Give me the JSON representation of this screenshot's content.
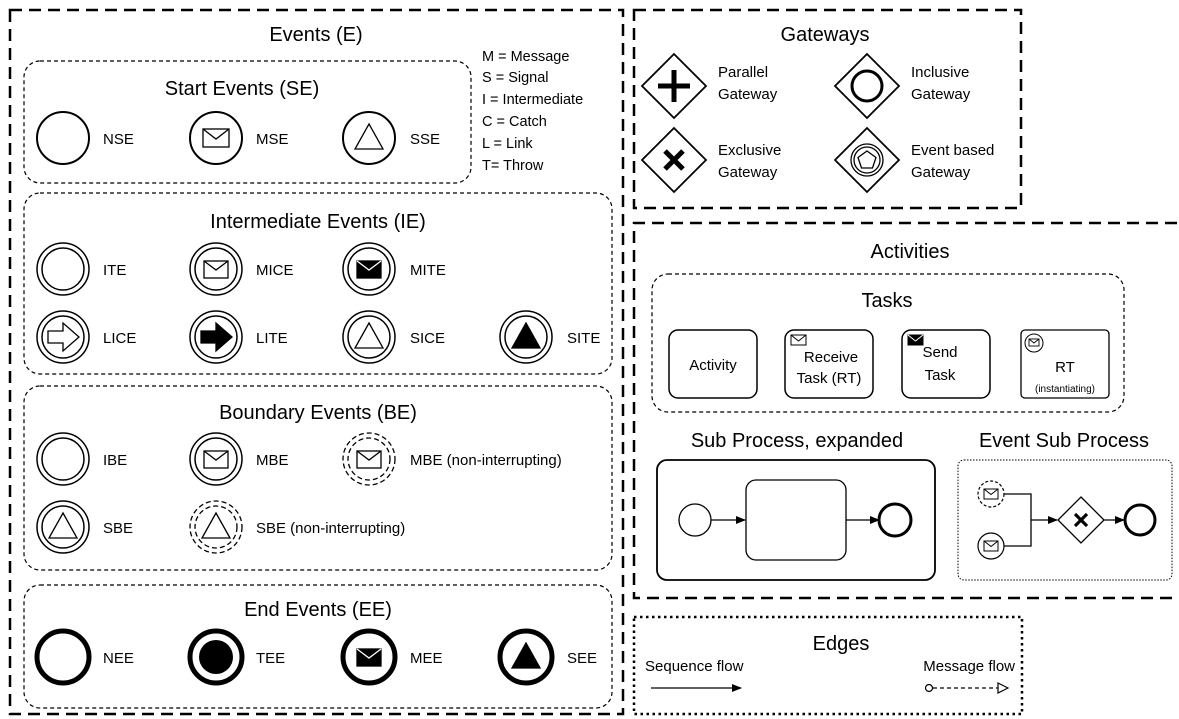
{
  "events": {
    "title": "Events (E)",
    "legend": [
      "M = Message",
      "S = Signal",
      "I = Intermediate",
      "C = Catch",
      "L = Link",
      "T= Throw"
    ],
    "start": {
      "title": "Start Events (SE)",
      "items": [
        "NSE",
        "MSE",
        "SSE"
      ]
    },
    "intermediate": {
      "title": "Intermediate Events (IE)",
      "items": [
        "ITE",
        "MICE",
        "MITE",
        "LICE",
        "LITE",
        "SICE",
        "SITE"
      ]
    },
    "boundary": {
      "title": "Boundary Events (BE)",
      "items": [
        "IBE",
        "MBE",
        "MBE (non-interrupting)",
        "SBE",
        "SBE (non-interrupting)"
      ]
    },
    "end": {
      "title": "End Events (EE)",
      "items": [
        "NEE",
        "TEE",
        "MEE",
        "SEE"
      ]
    }
  },
  "gateways": {
    "title": "Gateways",
    "items": [
      {
        "line1": "Parallel",
        "line2": "Gateway",
        "icon": "parallel-gateway"
      },
      {
        "line1": "Inclusive",
        "line2": "Gateway",
        "icon": "inclusive-gateway"
      },
      {
        "line1": "Exclusive",
        "line2": "Gateway",
        "icon": "exclusive-gateway"
      },
      {
        "line1": "Event based",
        "line2": "Gateway",
        "icon": "event-based-gateway"
      }
    ]
  },
  "activities": {
    "title": "Activities",
    "tasks": {
      "title": "Tasks",
      "activity": "Activity",
      "receive": {
        "line1": "Receive",
        "line2": "Task (RT)"
      },
      "send": {
        "line1": "Send",
        "line2": "Task"
      },
      "rt": {
        "line1": "RT",
        "line2": "(instantiating)"
      }
    },
    "subprocess": {
      "title": "Sub Process, expanded"
    },
    "event_subprocess": {
      "title": "Event Sub Process"
    }
  },
  "edges": {
    "title": "Edges",
    "sequence": "Sequence flow",
    "message": "Message flow"
  }
}
